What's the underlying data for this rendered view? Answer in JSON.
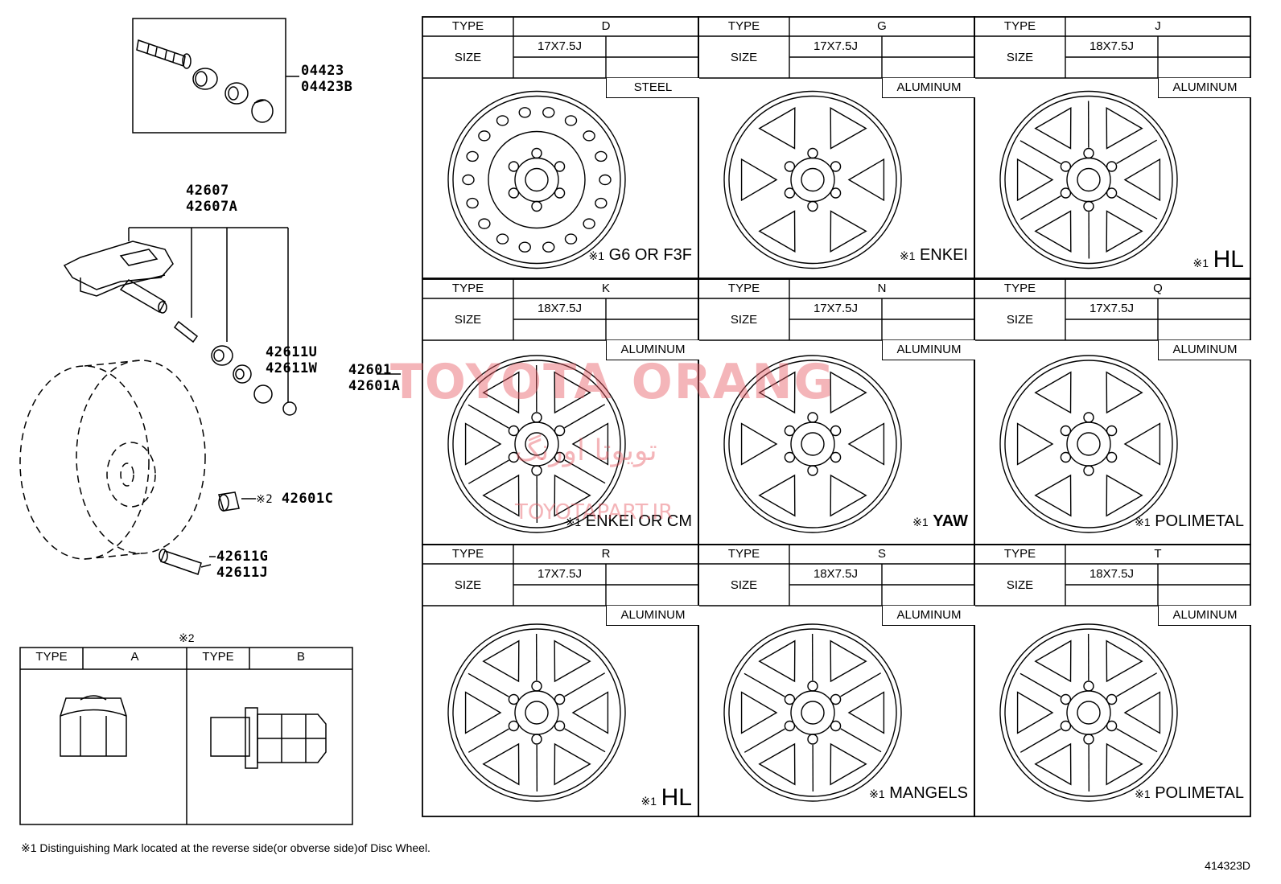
{
  "parts": {
    "valve_kit": [
      "04423",
      "04423B"
    ],
    "sensor": [
      "42607",
      "42607A"
    ],
    "seals": [
      "42611U",
      "42611W"
    ],
    "wheel": [
      "42601",
      "42601A"
    ],
    "nut_ref": "※2",
    "nut": "42601C",
    "valve": [
      "42611G",
      "42611J"
    ]
  },
  "nut_table": {
    "ref": "※2",
    "type_label": "TYPE",
    "types": [
      "A",
      "B"
    ]
  },
  "wheel_table": {
    "type_label": "TYPE",
    "size_label": "SIZE",
    "wheels": [
      {
        "type": "D",
        "size": "17X7.5J",
        "material": "STEEL",
        "mark_ref": "※1",
        "mark": "G6 OR F3F"
      },
      {
        "type": "G",
        "size": "17X7.5J",
        "material": "ALUMINUM",
        "mark_ref": "※1",
        "mark": "ENKEI"
      },
      {
        "type": "J",
        "size": "18X7.5J",
        "material": "ALUMINUM",
        "mark_ref": "※1",
        "mark": "HL"
      },
      {
        "type": "K",
        "size": "18X7.5J",
        "material": "ALUMINUM",
        "mark_ref": "※1",
        "mark": "ENKEI OR CM"
      },
      {
        "type": "N",
        "size": "17X7.5J",
        "material": "ALUMINUM",
        "mark_ref": "※1",
        "mark": "YAW"
      },
      {
        "type": "Q",
        "size": "17X7.5J",
        "material": "ALUMINUM",
        "mark_ref": "※1",
        "mark": "POLIMETAL"
      },
      {
        "type": "R",
        "size": "17X7.5J",
        "material": "ALUMINUM",
        "mark_ref": "※1",
        "mark": "HL"
      },
      {
        "type": "S",
        "size": "18X7.5J",
        "material": "ALUMINUM",
        "mark_ref": "※1",
        "mark": "MANGELS"
      },
      {
        "type": "T",
        "size": "18X7.5J",
        "material": "ALUMINUM",
        "mark_ref": "※1",
        "mark": "POLIMETAL"
      }
    ]
  },
  "footnote": "※1 Distinguishing Mark located at the reverse side(or obverse side)of Disc Wheel.",
  "diagram_id": "414323D",
  "watermark": {
    "brand": "TOYOTA ORANG",
    "persian": "تویوتا اورنگ",
    "site": "TOYOTAPART.IR"
  }
}
